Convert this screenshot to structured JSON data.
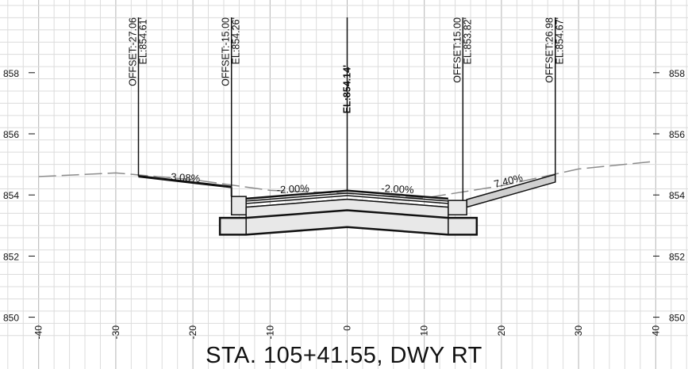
{
  "title": "STA. 105+41.55, DWY RT",
  "colors": {
    "grid_minor": "#dcdcdc",
    "grid_major": "#b4b4b4",
    "ink": "#111111",
    "existing_ground": "#8c8c8c",
    "sidewalk_fill": "#d0d0d0",
    "aggregate_fill": "#e8e8e8"
  },
  "axes": {
    "x_ticks": [
      "-40",
      "-30",
      "-20",
      "-10",
      "0",
      "10",
      "20",
      "30",
      "40"
    ],
    "y_ticks": [
      "858",
      "856",
      "854",
      "852",
      "850"
    ],
    "x_range": [
      -40,
      40
    ],
    "y_range": [
      849.6,
      859.6
    ]
  },
  "callouts": [
    {
      "offset_label": "OFFSET:-27.06",
      "elev_label": "EL:854.61'",
      "offset": -27.06,
      "elev": 854.61
    },
    {
      "offset_label": "OFFSET:-15.00",
      "elev_label": "EL:854.26'",
      "offset": -15.0,
      "elev": 854.26
    },
    {
      "offset_label": "",
      "elev_label": "EL:854.14'",
      "offset": 0,
      "elev": 854.14
    },
    {
      "offset_label": "OFFSET:15.00",
      "elev_label": "EL:853.82'",
      "offset": 15.0,
      "elev": 853.82
    },
    {
      "offset_label": "OFFSET:26.98",
      "elev_label": "EL:854.67'",
      "offset": 26.98,
      "elev": 854.67
    }
  ],
  "slopes": [
    {
      "label": "3.08%",
      "offset": -21.0,
      "elev": 854.45
    },
    {
      "label": "-2.00%",
      "offset": -7.0,
      "elev": 854.08
    },
    {
      "label": "-2.00%",
      "offset": 6.5,
      "elev": 854.08
    },
    {
      "label": "7.40%",
      "offset": 21.0,
      "elev": 854.35
    }
  ],
  "existing_ground": [
    [
      -40,
      854.6
    ],
    [
      -30,
      854.72
    ],
    [
      -20,
      854.5
    ],
    [
      -10,
      854.15
    ],
    [
      0,
      854.05
    ],
    [
      10,
      853.9
    ],
    [
      20,
      854.3
    ],
    [
      30,
      854.85
    ],
    [
      40,
      855.1
    ]
  ]
}
